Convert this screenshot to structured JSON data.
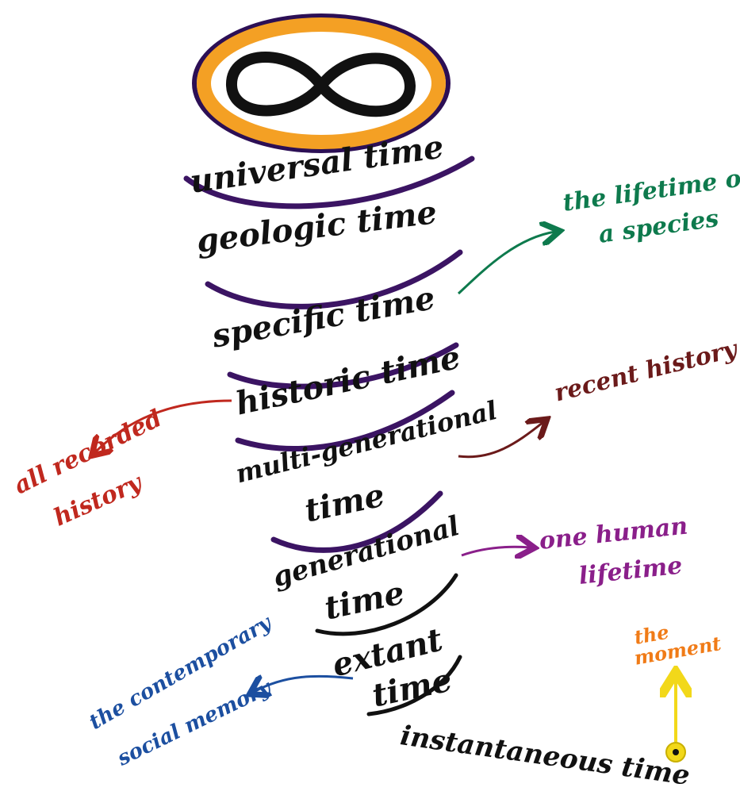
{
  "diagram": {
    "symbol": "infinity-icon",
    "levels": [
      "universal time",
      "geologic time",
      "specific time",
      "historic time",
      "multi-generational",
      "time",
      "generational",
      "time",
      "extant",
      "time",
      "instantaneous time"
    ],
    "annotations": {
      "species": {
        "line1": "the lifetime of",
        "line2": "a species",
        "color": "#0e7a4d"
      },
      "recent": {
        "text": "recent history",
        "color": "#6b1a1a"
      },
      "recorded": {
        "line1": "all recorded",
        "line2": "history",
        "color": "#c0281e"
      },
      "human": {
        "line1": "one human",
        "line2": "lifetime",
        "color": "#8a1f8a"
      },
      "social": {
        "line1": "the contemporary",
        "line2": "social memory",
        "color": "#1c4fa0"
      },
      "moment": {
        "line1": "the",
        "line2": "moment",
        "color": "#f07b17"
      }
    },
    "colors": {
      "ring_outer": "#2c0f55",
      "ring_inner": "#f4a024",
      "band": "#3b1463",
      "ink": "#111111",
      "dot": "#f2d81a"
    }
  }
}
